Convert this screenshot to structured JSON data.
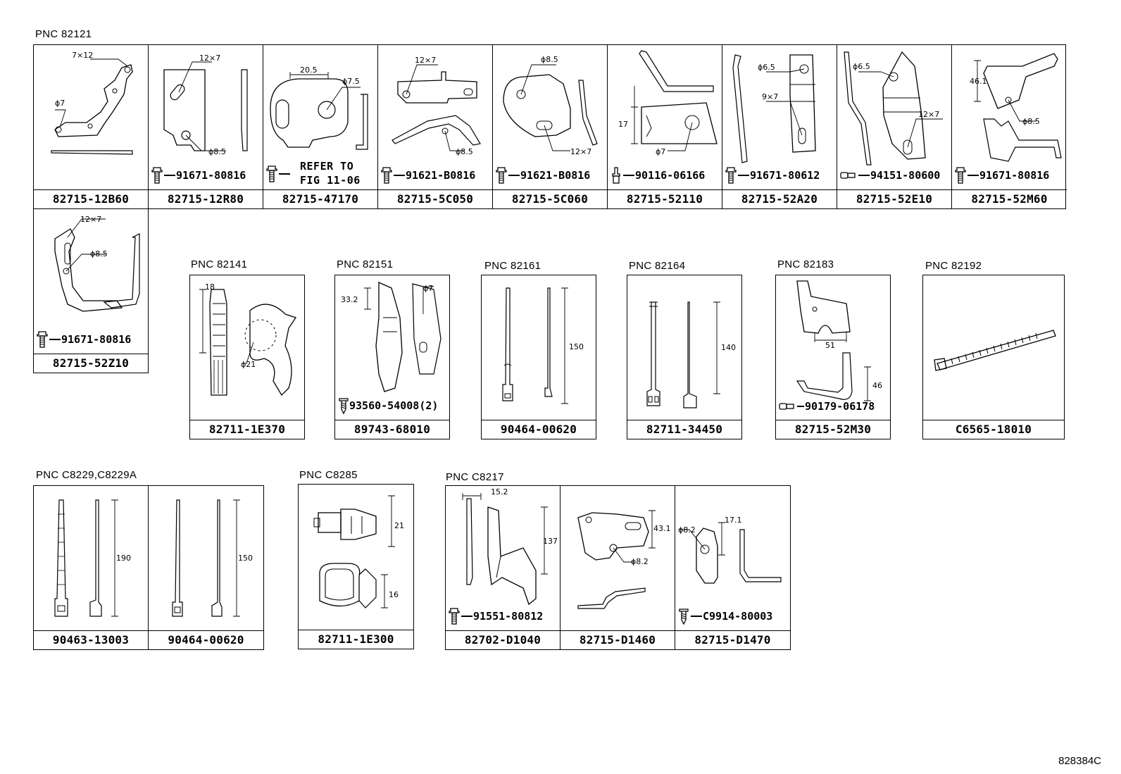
{
  "groups": {
    "g82121": {
      "pnc": "PNC 82121",
      "cells": [
        {
          "part": "82715-12B60",
          "dims": [
            "7×12",
            "ϕ7"
          ]
        },
        {
          "part": "82715-12R80",
          "dims": [
            "12×7",
            "ϕ8.5"
          ],
          "bolt": "91671-80816"
        },
        {
          "part": "82715-47170",
          "dims": [
            "20.5",
            "ϕ7.5"
          ],
          "refer_line1": "REFER TO",
          "refer_line2": "FIG 11-06"
        },
        {
          "part": "82715-5C050",
          "dims": [
            "12×7",
            "ϕ8.5"
          ],
          "bolt": "91621-B0816"
        },
        {
          "part": "82715-5C060",
          "dims": [
            "ϕ8.5",
            "12×7"
          ],
          "bolt": "91621-B0816"
        },
        {
          "part": "82715-52110",
          "dims": [
            "17",
            "ϕ7"
          ],
          "bolt": "90116-06166"
        },
        {
          "part": "82715-52A20",
          "dims": [
            "ϕ6.5",
            "9×7"
          ],
          "bolt": "91671-80612"
        },
        {
          "part": "82715-52E10",
          "dims": [
            "ϕ6.5",
            "12×7"
          ],
          "bolt": "94151-80600"
        },
        {
          "part": "82715-52M60",
          "dims": [
            "46.1",
            "ϕ8.5"
          ],
          "bolt": "91671-80816"
        }
      ],
      "row2": {
        "part": "82715-52Z10",
        "dims": [
          "12×7",
          "ϕ8.5"
        ],
        "bolt": "91671-80816"
      }
    },
    "g82141": {
      "pnc": "PNC 82141",
      "part": "82711-1E370",
      "dims": [
        "18",
        "ϕ21"
      ]
    },
    "g82151": {
      "pnc": "PNC 82151",
      "part": "89743-68010",
      "dims": [
        "33.2",
        "ϕ7"
      ],
      "bolt": "93560-54008(2)"
    },
    "g82161": {
      "pnc": "PNC 82161",
      "part": "90464-00620",
      "dims": [
        "150"
      ]
    },
    "g82164": {
      "pnc": "PNC 82164",
      "part": "82711-34450",
      "dims": [
        "140"
      ]
    },
    "g82183": {
      "pnc": "PNC 82183",
      "part": "82715-52M30",
      "dims": [
        "51",
        "46"
      ],
      "bolt": "90179-06178"
    },
    "g82192": {
      "pnc": "PNC 82192",
      "part": "C6565-18010"
    },
    "gC8229": {
      "pnc": "PNC C8229,C8229A",
      "cells": [
        {
          "part": "90463-13003",
          "dims": [
            "190"
          ]
        },
        {
          "part": "90464-00620",
          "dims": [
            "150"
          ]
        }
      ]
    },
    "gC8285": {
      "pnc": "PNC C8285",
      "part": "82711-1E300",
      "dims": [
        "21",
        "16"
      ]
    },
    "gC8217": {
      "pnc": "PNC C8217",
      "cells": [
        {
          "part": "82702-D1040",
          "dims": [
            "15.2",
            "137"
          ],
          "bolt": "91551-80812"
        },
        {
          "part": "82715-D1460",
          "dims": [
            "43.1",
            "ϕ8.2"
          ]
        },
        {
          "part": "82715-D1470",
          "dims": [
            "ϕ8.2",
            "17.1"
          ],
          "bolt": "C9914-80003"
        }
      ]
    }
  },
  "illustration_ref": "828384C"
}
